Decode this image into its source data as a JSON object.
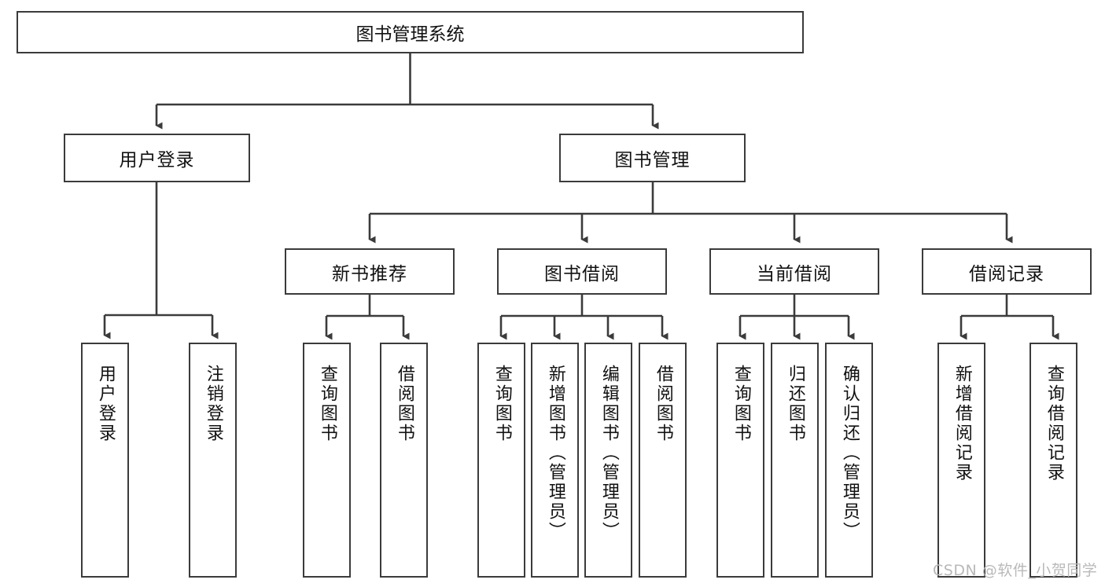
{
  "diagram": {
    "title": "图书管理系统",
    "type": "tree",
    "watermark": "CSDN @软件_小贺同学",
    "colors": {
      "box_border": "#3b3b3b",
      "box_fill": "#ffffff",
      "connector": "#3b3b3b",
      "text": "#111111",
      "watermark": "#b9b9b9"
    },
    "root": {
      "label": "图书管理系统"
    },
    "level2": [
      {
        "label": "用户登录"
      },
      {
        "label": "图书管理"
      }
    ],
    "level3": [
      {
        "label": "新书推荐"
      },
      {
        "label": "图书借阅"
      },
      {
        "label": "当前借阅"
      },
      {
        "label": "借阅记录"
      }
    ],
    "leaves": {
      "user_login": [
        {
          "label": "用户登录"
        },
        {
          "label": "注销登录"
        }
      ],
      "new_book": [
        {
          "label": "查询图书"
        },
        {
          "label": "借阅图书"
        }
      ],
      "book_borrow": [
        {
          "label": "查询图书"
        },
        {
          "label": "新增图书（管理员）"
        },
        {
          "label": "编辑图书（管理员）"
        },
        {
          "label": "借阅图书"
        }
      ],
      "current_borrow": [
        {
          "label": "查询图书"
        },
        {
          "label": "归还图书"
        },
        {
          "label": "确认归还（管理员）"
        }
      ],
      "borrow_record": [
        {
          "label": "新增借阅记录"
        },
        {
          "label": "查询借阅记录"
        }
      ]
    }
  }
}
